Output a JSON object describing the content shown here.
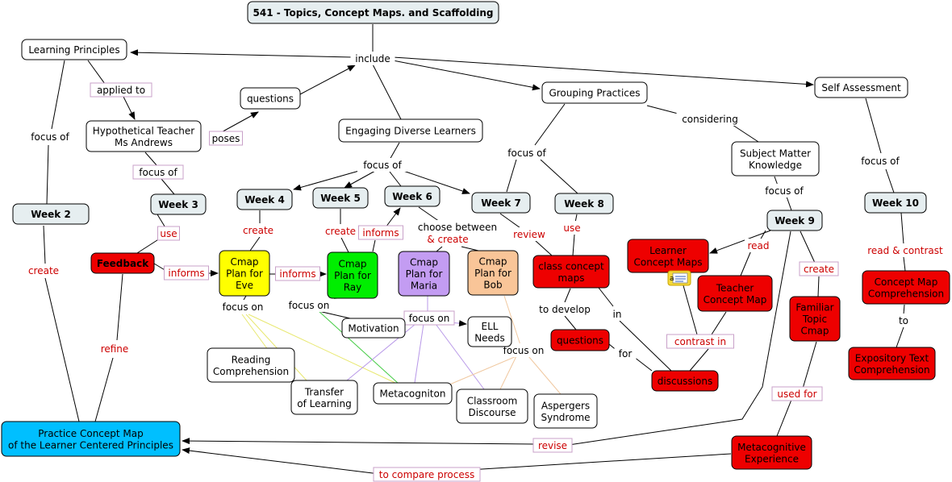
{
  "nodes": [
    {
      "id": "title",
      "lines": [
        "541 - Topics, Concept Maps. and Scaffolding"
      ],
      "fill": "#e6eef0",
      "bold": true
    },
    {
      "id": "lp",
      "lines": [
        "Learning Principles"
      ],
      "fill": "#ffffff"
    },
    {
      "id": "questions1",
      "lines": [
        "questions"
      ],
      "fill": "#ffffff"
    },
    {
      "id": "hyp",
      "lines": [
        "Hypothetical Teacher",
        "Ms Andrews"
      ],
      "fill": "#ffffff"
    },
    {
      "id": "edl",
      "lines": [
        "Engaging Diverse Learners"
      ],
      "fill": "#ffffff"
    },
    {
      "id": "gp",
      "lines": [
        "Grouping Practices"
      ],
      "fill": "#ffffff"
    },
    {
      "id": "sa",
      "lines": [
        "Self Assessment"
      ],
      "fill": "#ffffff"
    },
    {
      "id": "smk",
      "lines": [
        "Subject Matter",
        "Knowledge"
      ],
      "fill": "#ffffff"
    },
    {
      "id": "w2",
      "lines": [
        "Week 2"
      ],
      "fill": "#e6eef0",
      "bold": true
    },
    {
      "id": "w3",
      "lines": [
        "Week 3"
      ],
      "fill": "#e6eef0",
      "bold": true
    },
    {
      "id": "w4",
      "lines": [
        "Week 4"
      ],
      "fill": "#e6eef0",
      "bold": true
    },
    {
      "id": "w5",
      "lines": [
        "Week 5"
      ],
      "fill": "#e6eef0",
      "bold": true
    },
    {
      "id": "w6",
      "lines": [
        "Week 6"
      ],
      "fill": "#e6eef0",
      "bold": true
    },
    {
      "id": "w7",
      "lines": [
        "Week 7"
      ],
      "fill": "#e6eef0",
      "bold": true
    },
    {
      "id": "w8",
      "lines": [
        "Week 8"
      ],
      "fill": "#e6eef0",
      "bold": true
    },
    {
      "id": "w9",
      "lines": [
        "Week 9"
      ],
      "fill": "#e6eef0",
      "bold": true
    },
    {
      "id": "w10",
      "lines": [
        "Week 10"
      ],
      "fill": "#e6eef0",
      "bold": true
    },
    {
      "id": "feedback",
      "lines": [
        "Feedback"
      ],
      "fill": "#ee0000",
      "bold": true
    },
    {
      "id": "eve",
      "lines": [
        "Cmap",
        "Plan for",
        "Eve"
      ],
      "fill": "#ffff00"
    },
    {
      "id": "ray",
      "lines": [
        "Cmap",
        "Plan for",
        "Ray"
      ],
      "fill": "#00ee00"
    },
    {
      "id": "maria",
      "lines": [
        "Cmap",
        "Plan for",
        "Maria"
      ],
      "fill": "#c39cf2"
    },
    {
      "id": "bob",
      "lines": [
        "Cmap",
        "Plan for",
        "Bob"
      ],
      "fill": "#f9c598"
    },
    {
      "id": "ccm",
      "lines": [
        "class concept",
        "maps"
      ],
      "fill": "#ee0000",
      "text": "#ffffff"
    },
    {
      "id": "lcm",
      "lines": [
        "Learner",
        "Concept Maps"
      ],
      "fill": "#ee0000",
      "text": "#ffffff"
    },
    {
      "id": "tcm",
      "lines": [
        "Teacher",
        "Concept Map"
      ],
      "fill": "#ee0000",
      "text": "#ffffff"
    },
    {
      "id": "ftc",
      "lines": [
        "Familiar",
        "Topic",
        "Cmap"
      ],
      "fill": "#ee0000",
      "text": "#ffffff"
    },
    {
      "id": "cmc",
      "lines": [
        "Concept Map",
        "Comprehension"
      ],
      "fill": "#ee0000",
      "text": "#ffffff"
    },
    {
      "id": "etc",
      "lines": [
        "Expository Text",
        "Comprehension"
      ],
      "fill": "#ee0000",
      "text": "#ffffff"
    },
    {
      "id": "questions2",
      "lines": [
        "questions"
      ],
      "fill": "#ee0000",
      "text": "#ffffff"
    },
    {
      "id": "discussions",
      "lines": [
        "discussions"
      ],
      "fill": "#ee0000",
      "text": "#ffffff"
    },
    {
      "id": "metaexp",
      "lines": [
        "Metacognitive",
        "Experience"
      ],
      "fill": "#ee0000",
      "text": "#ffffff"
    },
    {
      "id": "motivation",
      "lines": [
        "Motivation"
      ],
      "fill": "#ffffff"
    },
    {
      "id": "ell",
      "lines": [
        "ELL",
        "Needs"
      ],
      "fill": "#ffffff"
    },
    {
      "id": "reading",
      "lines": [
        "Reading",
        "Comprehension"
      ],
      "fill": "#ffffff"
    },
    {
      "id": "transfer",
      "lines": [
        "Transfer",
        "of Learning"
      ],
      "fill": "#ffffff"
    },
    {
      "id": "metacog",
      "lines": [
        "Metacogniton"
      ],
      "fill": "#ffffff"
    },
    {
      "id": "classdisc",
      "lines": [
        "Classroom",
        "Discourse"
      ],
      "fill": "#ffffff"
    },
    {
      "id": "asperg",
      "lines": [
        "Aspergers",
        "Syndrome"
      ],
      "fill": "#ffffff"
    },
    {
      "id": "practice",
      "lines": [
        "Practice Concept Map",
        "of the Learner Centered Principles"
      ],
      "fill": "#00bfff"
    }
  ],
  "labels": [
    {
      "id": "include",
      "text": "include",
      "color": "#000000",
      "boxed": false
    },
    {
      "id": "applied",
      "text": "applied to",
      "color": "#000000",
      "boxed": true
    },
    {
      "id": "poses",
      "text": "poses",
      "color": "#000000",
      "boxed": true
    },
    {
      "id": "focusof_w2",
      "text": "focus of",
      "color": "#000000",
      "boxed": false
    },
    {
      "id": "focusof_w3",
      "text": "focus of",
      "color": "#000000",
      "boxed": true
    },
    {
      "id": "focusof_edl",
      "text": "focus of",
      "color": "#000000",
      "boxed": false
    },
    {
      "id": "focusof_gp",
      "text": "focus of",
      "color": "#000000",
      "boxed": false
    },
    {
      "id": "considering",
      "text": "considering",
      "color": "#000000",
      "boxed": false
    },
    {
      "id": "focusof_smk",
      "text": "focus of",
      "color": "#000000",
      "boxed": false
    },
    {
      "id": "focusof_sa",
      "text": "focus of",
      "color": "#000000",
      "boxed": false
    },
    {
      "id": "create_w2",
      "text": "create",
      "color": "#cc0000",
      "boxed": false
    },
    {
      "id": "use_w3",
      "text": "use",
      "color": "#cc0000",
      "boxed": true
    },
    {
      "id": "create_w4",
      "text": "create",
      "color": "#cc0000",
      "boxed": false
    },
    {
      "id": "create_w5",
      "text": "create",
      "color": "#cc0000",
      "boxed": false
    },
    {
      "id": "informs_ray",
      "text": "informs",
      "color": "#cc0000",
      "boxed": true
    },
    {
      "id": "choose",
      "text": "choose between",
      "color": "#000000",
      "boxed": false
    },
    {
      "id": "and_create",
      "text": "& create",
      "color": "#cc0000",
      "boxed": false
    },
    {
      "id": "review",
      "text": "review",
      "color": "#cc0000",
      "boxed": false
    },
    {
      "id": "use_w8",
      "text": "use",
      "color": "#cc0000",
      "boxed": false
    },
    {
      "id": "read",
      "text": "read",
      "color": "#cc0000",
      "boxed": false
    },
    {
      "id": "create_w9",
      "text": "create",
      "color": "#cc0000",
      "boxed": true
    },
    {
      "id": "readcontrast",
      "text": "read & contrast",
      "color": "#cc0000",
      "boxed": false
    },
    {
      "id": "to",
      "text": "to",
      "color": "#000000",
      "boxed": false
    },
    {
      "id": "informs1",
      "text": "informs",
      "color": "#cc0000",
      "boxed": true
    },
    {
      "id": "informs2",
      "text": "informs",
      "color": "#cc0000",
      "boxed": true
    },
    {
      "id": "focuson_eve",
      "text": "focus on",
      "color": "#000000",
      "boxed": false
    },
    {
      "id": "focuson_ray",
      "text": "focus on",
      "color": "#000000",
      "boxed": false
    },
    {
      "id": "focuson_maria",
      "text": "focus on",
      "color": "#000000",
      "boxed": true
    },
    {
      "id": "focuson_bob",
      "text": "focus on",
      "color": "#000000",
      "boxed": false
    },
    {
      "id": "todevelop",
      "text": "to develop",
      "color": "#000000",
      "boxed": false
    },
    {
      "id": "in",
      "text": "in",
      "color": "#000000",
      "boxed": false
    },
    {
      "id": "for",
      "text": "for",
      "color": "#000000",
      "boxed": false
    },
    {
      "id": "contrastin",
      "text": "contrast in",
      "color": "#cc0000",
      "boxed": true
    },
    {
      "id": "usedfor",
      "text": "used for",
      "color": "#cc0000",
      "boxed": true
    },
    {
      "id": "refine",
      "text": "refine",
      "color": "#cc0000",
      "boxed": false
    },
    {
      "id": "revise",
      "text": "revise",
      "color": "#cc0000",
      "boxed": true
    },
    {
      "id": "tocompare",
      "text": "to compare process",
      "color": "#cc0000",
      "boxed": true
    }
  ]
}
